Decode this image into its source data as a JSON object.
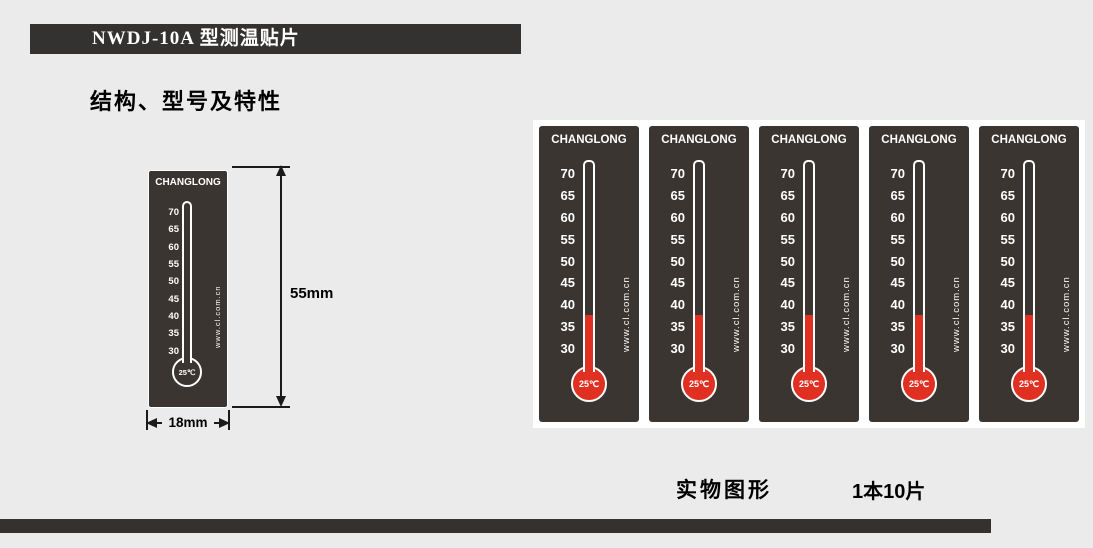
{
  "colors": {
    "background": "#ebebeb",
    "bar": "#343230",
    "card": "#3a3531",
    "red": "#e03022",
    "panel": "#ffffff",
    "ink": "#1a1a1a"
  },
  "header": {
    "title": "NWDJ-10A 型测温贴片"
  },
  "section": {
    "heading": "结构、型号及特性"
  },
  "diagram": {
    "brand": "CHANGLONG",
    "scale": [
      "70",
      "65",
      "60",
      "55",
      "50",
      "45",
      "40",
      "35",
      "30"
    ],
    "website": "www.cl.com.cn",
    "bulb_label": "25℃",
    "dimensions": {
      "height": "55mm",
      "width": "18mm"
    }
  },
  "product_panel": {
    "sticker_count": 5,
    "sticker": {
      "brand": "CHANGLONG",
      "scale": [
        "70",
        "65",
        "60",
        "55",
        "50",
        "45",
        "40",
        "35",
        "30"
      ],
      "website": "www.cl.com.cn",
      "bulb_label": "25℃"
    }
  },
  "footer": {
    "caption": "实物图形",
    "quantity": "1本10片"
  }
}
